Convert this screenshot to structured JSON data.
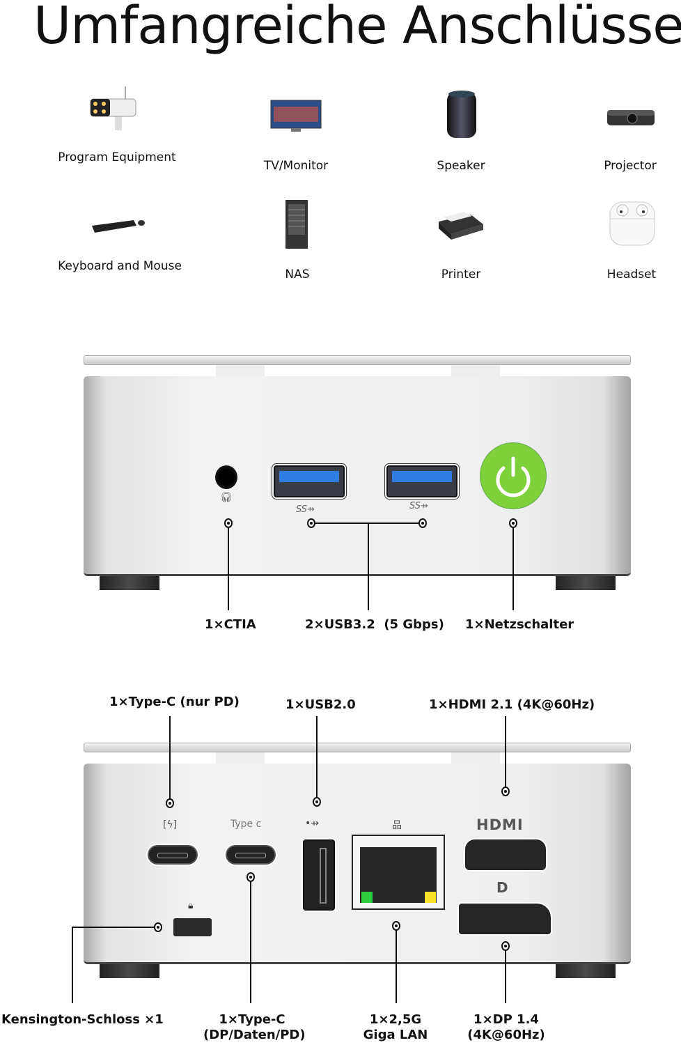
{
  "title": "Umfangreiche Anschlüsse",
  "devices": [
    {
      "label": "Program Equipment",
      "icon": "security-camera-icon"
    },
    {
      "label": "TV/Monitor",
      "icon": "monitor-icon"
    },
    {
      "label": "Speaker",
      "icon": "speaker-icon"
    },
    {
      "label": "Projector",
      "icon": "projector-icon"
    },
    {
      "label": "Keyboard and Mouse",
      "icon": "keyboard-mouse-icon"
    },
    {
      "label": "NAS",
      "icon": "nas-icon"
    },
    {
      "label": "Printer",
      "icon": "printer-icon"
    },
    {
      "label": "Headset",
      "icon": "earbuds-icon"
    }
  ],
  "front": {
    "callouts": [
      "1×CTIA",
      "2×USB3.2  (5 Gbps)",
      "1×Netzschalter"
    ],
    "power_color": "#7fd13b"
  },
  "rear": {
    "top_callouts": [
      "1×Type-C (nur PD)",
      "1×USB2.0",
      "1×HDMI 2.1 (4K@60Hz)"
    ],
    "bottom_callouts": [
      {
        "line1": "Kensington-Schloss ×1"
      },
      {
        "line1": "1×Type-C",
        "line2": "(DP/Daten/PD)"
      },
      {
        "line1": "1×2,5G",
        "line2": "Giga LAN"
      },
      {
        "line1": "1×DP 1.4",
        "line2": "(4K@60Hz)"
      }
    ],
    "port_labels": {
      "pd": "[ϟ]",
      "typec": "Type c",
      "hdmi": "HDMI",
      "dp": "D"
    }
  }
}
